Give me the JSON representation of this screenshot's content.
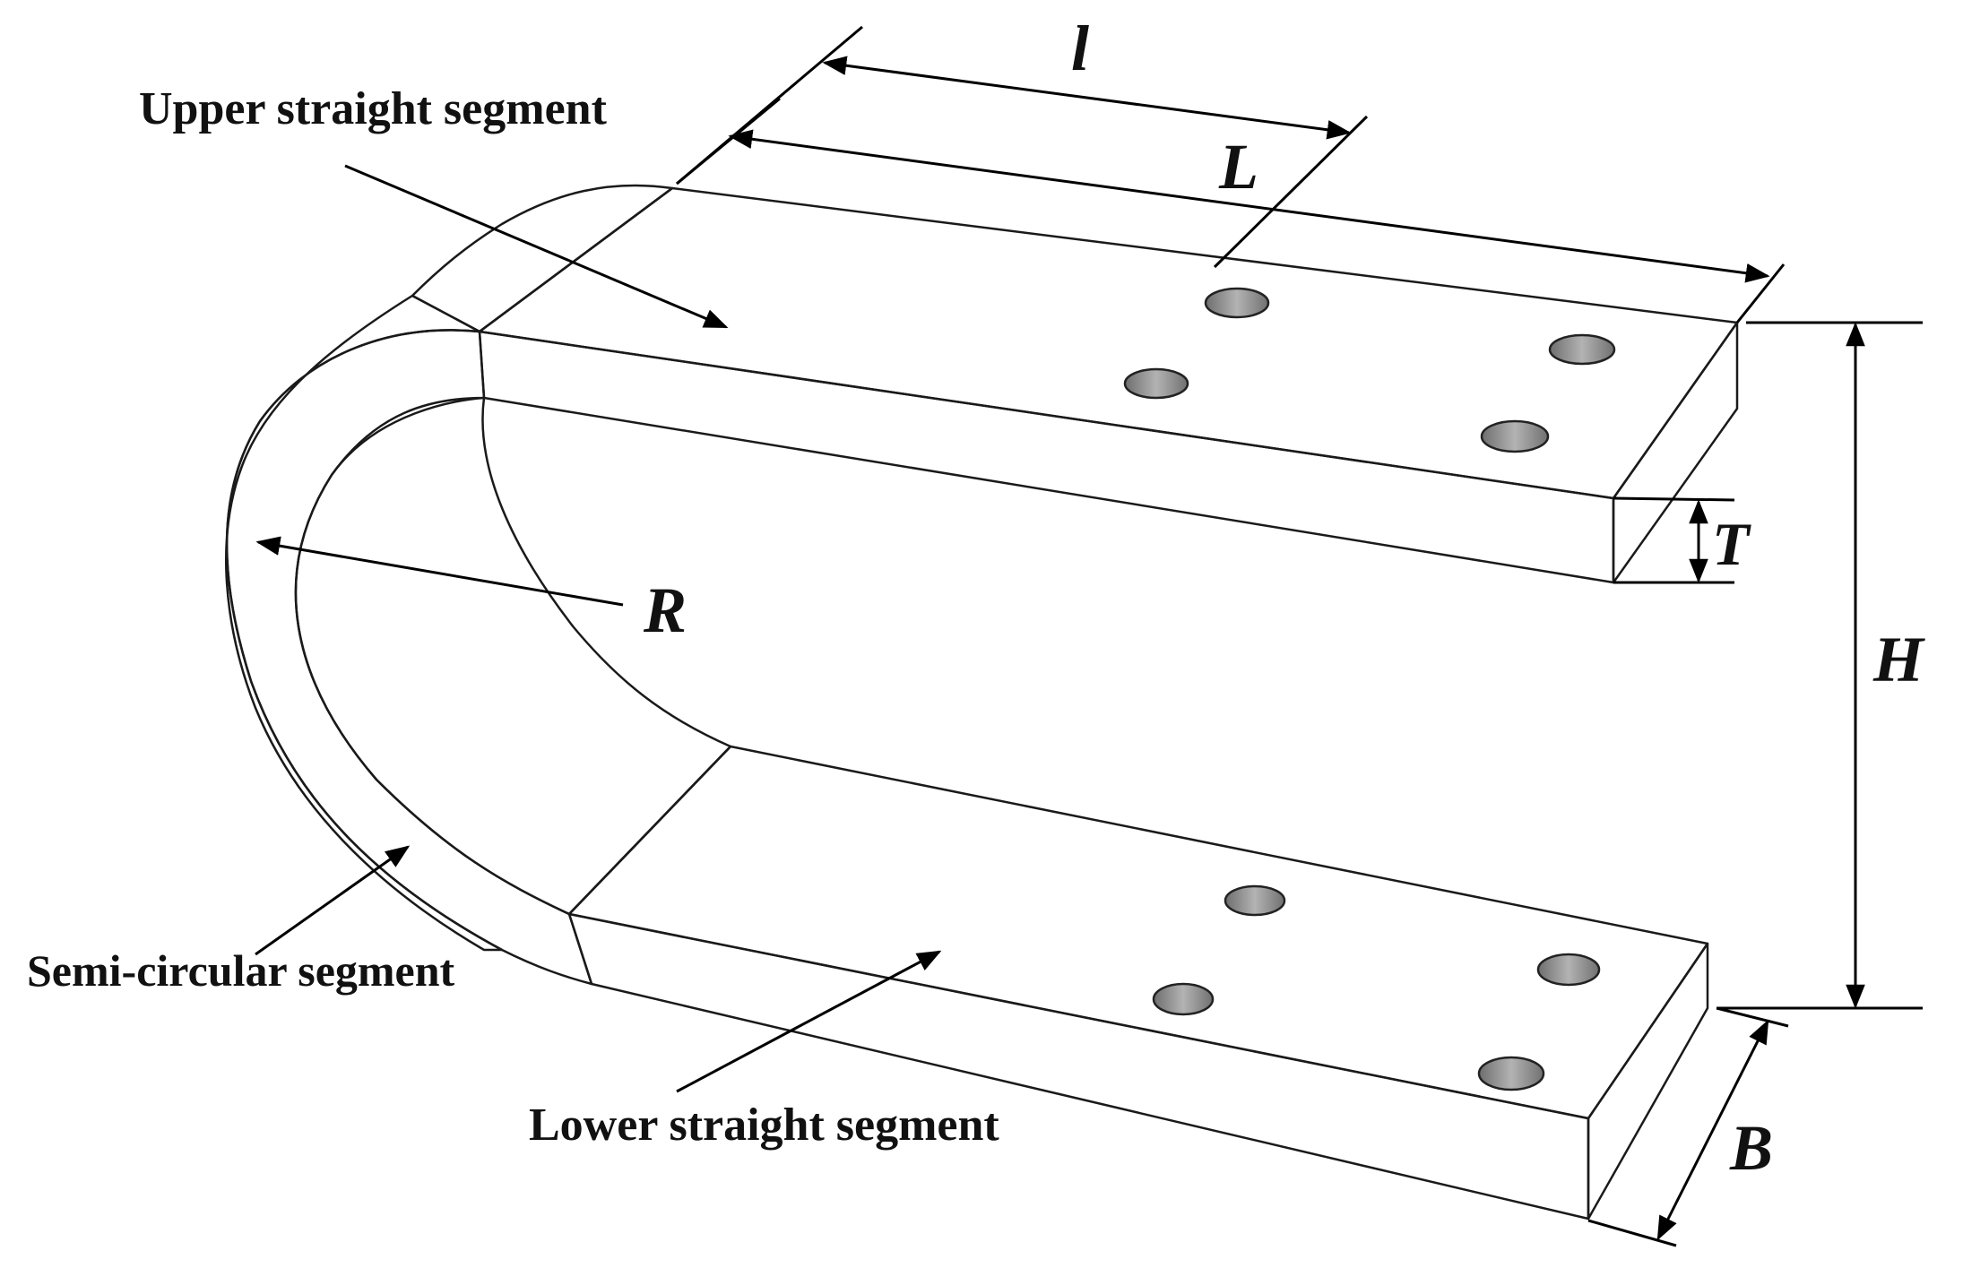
{
  "labels": {
    "upper_segment": "Upper straight segment",
    "semi_circular_segment": "Semi-circular segment",
    "lower_segment": "Lower straight segment"
  },
  "symbols": {
    "l": "l",
    "L": "L",
    "T": "T",
    "R": "R",
    "H": "H",
    "B": "B"
  },
  "colors": {
    "top_face": "#8c8c8c",
    "side_face": "#9e9e9e",
    "end_face": "#5a5a5a",
    "inner_curve_dark": "#4a4a4a",
    "inner_curve_light": "#8f8f8f",
    "hole": "#7a7a7a",
    "line": "#000000"
  },
  "holes": {
    "upper_count": 4,
    "lower_count": 4
  }
}
